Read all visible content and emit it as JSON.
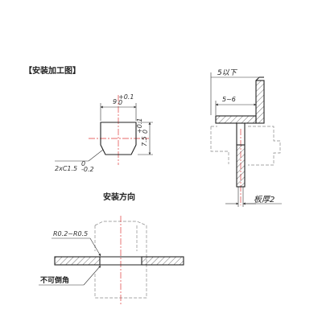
{
  "labels": {
    "section_title": "【安装加工图】",
    "install_direction": "安装方向",
    "no_chamfer": "不可倒角",
    "radius_note": "R0.2~R0.5",
    "plate_thickness": "板厚2",
    "max_5": "5以下",
    "range_5_6": "5~6"
  },
  "dimensions": {
    "width_main": "9",
    "width_tol_upper": "+0.1",
    "width_tol_lower": "0",
    "height_main": "7.5",
    "height_tol_upper": "+0.1",
    "height_tol_lower": "0",
    "chamfer_main": "2xC1.5",
    "chamfer_tol_upper": "0",
    "chamfer_tol_lower": "-0.2"
  },
  "colors": {
    "line": "#222222",
    "centerline": "#e03a3a",
    "hidden": "#888888",
    "background": "#ffffff"
  }
}
